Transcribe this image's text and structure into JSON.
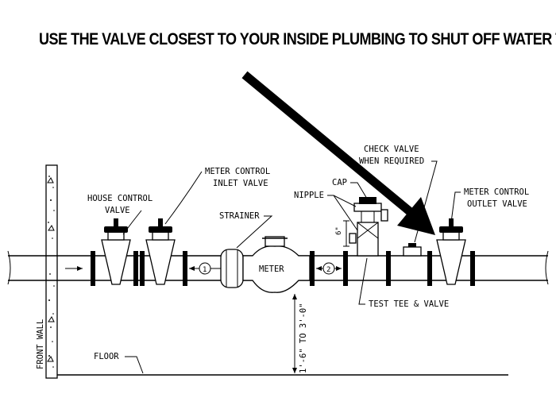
{
  "headline": "USE THE VALVE CLOSEST TO YOUR INSIDE PLUMBING TO SHUT OFF WATER TO THE HOUSE",
  "labels": {
    "house_control_valve_1": "HOUSE CONTROL",
    "house_control_valve_2": "VALVE",
    "meter_inlet_1": "METER CONTROL",
    "meter_inlet_2": "INLET VALVE",
    "strainer": "STRAINER",
    "meter": "METER",
    "cap": "CAP",
    "nipple": "NIPPLE",
    "check_valve_1": "CHECK VALVE",
    "check_valve_2": "WHEN REQUIRED",
    "meter_outlet_1": "METER CONTROL",
    "meter_outlet_2": "OUTLET VALVE",
    "test_tee": "TEST TEE & VALVE",
    "front_wall": "FRONT WALL",
    "floor": "FLOOR",
    "height": "1'-6\" TO 3'-0\"",
    "spacer_1": "1",
    "spacer_2": "2",
    "nipple_size": "6\""
  },
  "arrow_icon": "arrow-pointing-to-outlet-valve-icon"
}
